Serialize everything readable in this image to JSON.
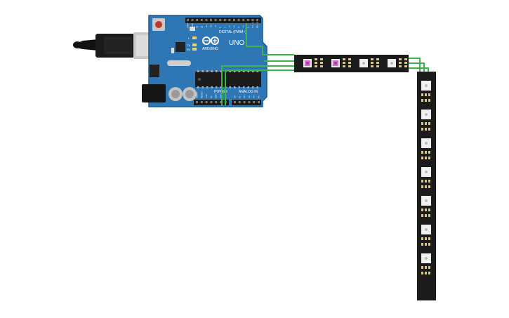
{
  "board": {
    "brand": "ARDUINO",
    "model": "UNO",
    "digital_label": "DIGITAL (PWM~)",
    "power_label": "POWER",
    "analog_label": "ANALOG IN",
    "led_labels": [
      "L",
      "TX",
      "RX"
    ],
    "digital_pins": [
      "AREF",
      "GND",
      "13",
      "12",
      "~11",
      "~10",
      "~9",
      "8",
      "7",
      "~6",
      "~5",
      "4",
      "~3",
      "2",
      "TX→1",
      "RX←0"
    ],
    "power_pins": [
      "IOREF",
      "RESET",
      "3.3V",
      "5V",
      "GND",
      "GND",
      "Vin"
    ],
    "analog_pins": [
      "A0",
      "A1",
      "A2",
      "A3",
      "A4",
      "A5"
    ]
  },
  "strip_horizontal": {
    "led_colors": [
      "#d66ad6",
      "#d66ad6",
      "#f2f2f2",
      "#f2f2f2"
    ]
  },
  "strip_vertical": {
    "led_count": 7,
    "led_color": "#f2f2f2"
  },
  "colors": {
    "board": "#2f76b5",
    "wire": "#3bb54a",
    "strip": "#1b1b1b"
  }
}
